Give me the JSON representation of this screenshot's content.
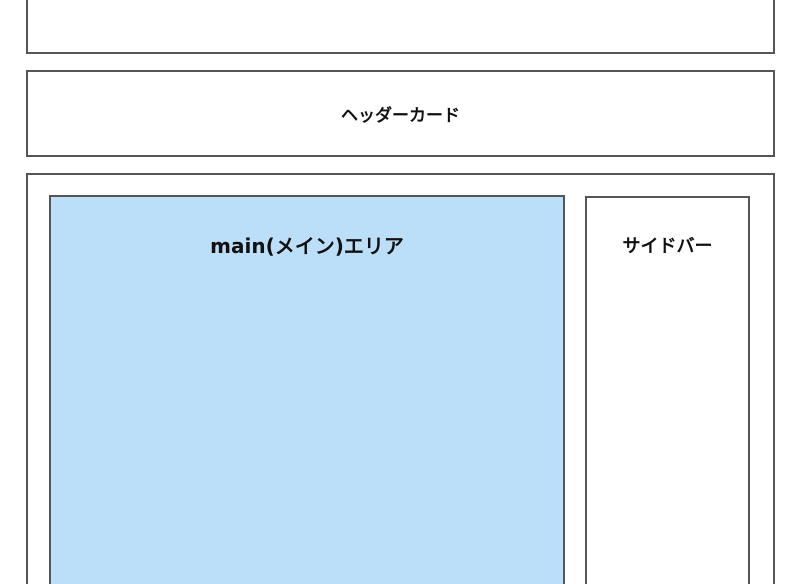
{
  "header_card": {
    "label": "ヘッダーカード"
  },
  "main_area": {
    "label": "main(メイン)エリア",
    "fill_color": "#bcdff9"
  },
  "sidebar": {
    "label": "サイドバー"
  },
  "border_color": "#555555"
}
